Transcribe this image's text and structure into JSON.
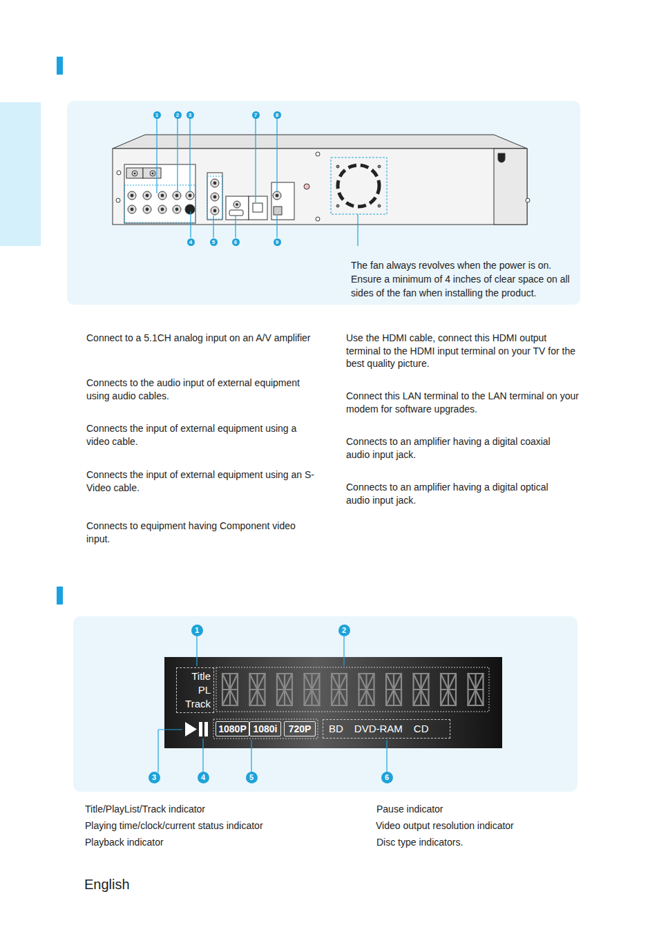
{
  "diagram": {
    "nodes": [
      {
        "text": [
          "Title",
          "PL",
          "Track"
        ]
      },
      {
        "text": [
          "1080P"
        ]
      },
      {
        "text": [
          "1080i"
        ]
      },
      {
        "text": [
          "720P"
        ]
      },
      {
        "text": [
          "BD",
          "DVD-RAM",
          "CD"
        ]
      }
    ],
    "labels": [
      "1",
      "2",
      "3",
      "7",
      "8",
      "4",
      "5",
      "6",
      "9",
      "The fan always revolves when the power is on. Ensure a minimum of 4 inches of clear space on all sides of the fan when installing the product.",
      "Connect to a 5.1CH analog input on an A/V amplifier",
      "Connects to the audio input of external equipment using audio cables.",
      "Connects the input of external equipment using a video cable.",
      "Connects the input of external equipment using an S-Video cable.",
      "Connects to equipment having Component video input.",
      "Use the HDMI cable, connect this HDMI output terminal to the HDMI input terminal on your TV for the best quality picture.",
      "Connect this LAN terminal to the LAN terminal on your modem for software upgrades.",
      "Connects to an amplifier having a digital coaxial audio input jack.",
      "Connects to an amplifier having a digital optical audio input jack.",
      "1",
      "2",
      "3",
      "4",
      "5",
      "6",
      "Title/PlayList/Track indicator",
      "Pause indicator",
      "Playing time/clock/current status indicator",
      "Video output resolution indicator",
      "Playback indicator",
      "Disc type indicators.",
      "English"
    ]
  }
}
